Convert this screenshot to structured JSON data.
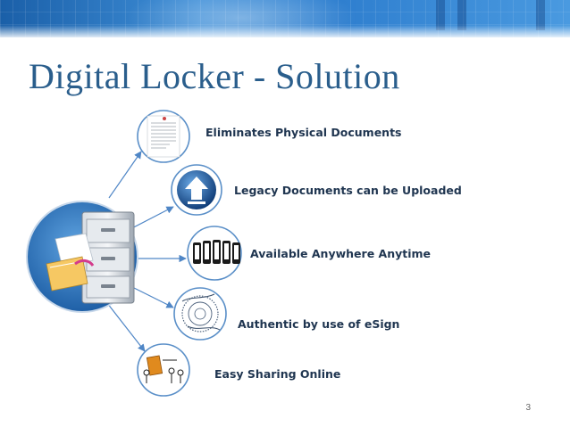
{
  "slide": {
    "title": "Digital Locker - Solution",
    "page_number": "3"
  },
  "features": [
    {
      "label": "Eliminates Physical Documents",
      "icon": "document-icon"
    },
    {
      "label": "Legacy Documents can be Uploaded",
      "icon": "upload-arrow-icon"
    },
    {
      "label": "Available Anywhere Anytime",
      "icon": "mobile-devices-icon"
    },
    {
      "label": "Authentic by use of eSign",
      "icon": "seal-icon"
    },
    {
      "label": "Easy Sharing Online",
      "icon": "sharing-people-icon"
    }
  ],
  "hub": {
    "icon": "file-cabinet-icon"
  },
  "colors": {
    "title": "#2a5e8c",
    "connector": "#4f86c6",
    "circle_border": "#5a8fc8",
    "hub_fill": "#2c6fb5"
  }
}
